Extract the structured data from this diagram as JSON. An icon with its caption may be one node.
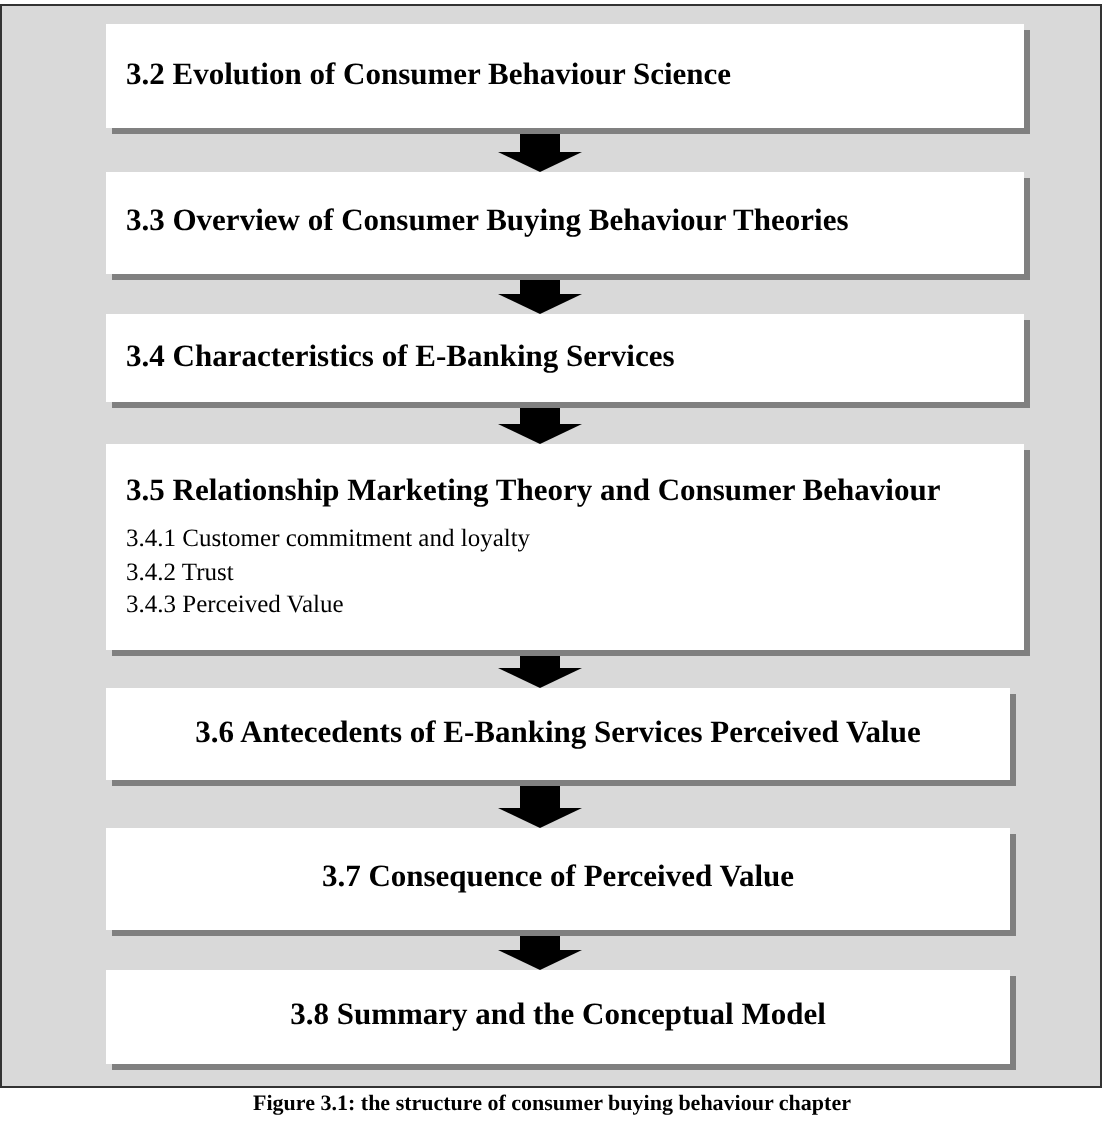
{
  "diagram": {
    "caption": "Figure 3.1: the structure of consumer buying behaviour chapter",
    "nodes": [
      {
        "text": [
          "3.2 Evolution of Consumer Behaviour Science"
        ]
      },
      {
        "text": [
          "3.3 Overview of Consumer Buying Behaviour Theories"
        ]
      },
      {
        "text": [
          "3.4 Characteristics of E-Banking Services"
        ]
      },
      {
        "text": [
          "3.5 Relationship Marketing Theory and Consumer Behaviour",
          "3.4.1 Customer commitment and loyalty",
          "3.4.2 Trust",
          "3.4.3 Perceived Value"
        ]
      },
      {
        "text": [
          "3.6 Antecedents of E-Banking Services Perceived Value"
        ]
      },
      {
        "text": [
          "3.7 Consequence of Perceived Value"
        ]
      },
      {
        "text": [
          "3.8 Summary and the Conceptual Model"
        ]
      }
    ],
    "edges": [
      {
        "from": 0,
        "to": 1,
        "arrow": "to"
      },
      {
        "from": 1,
        "to": 2,
        "arrow": "to"
      },
      {
        "from": 2,
        "to": 3,
        "arrow": "to"
      },
      {
        "from": 3,
        "to": 4,
        "arrow": "to"
      },
      {
        "from": 4,
        "to": 5,
        "arrow": "to"
      },
      {
        "from": 5,
        "to": 6,
        "arrow": "to"
      }
    ]
  }
}
